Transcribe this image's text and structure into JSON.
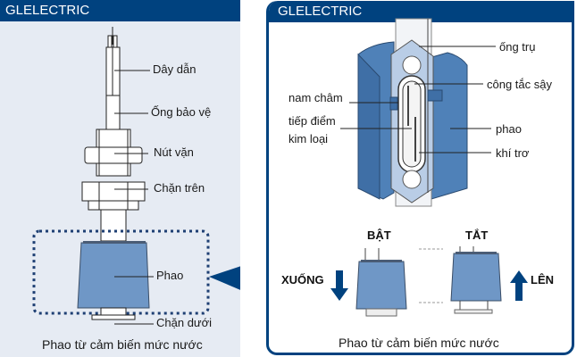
{
  "left_panel": {
    "brand": "GLELECTRIC",
    "labels": {
      "conductor": "Dây dẫn",
      "protective_tube": "Ống bảo vệ",
      "nut": "Nút vặn",
      "upper_stopper": "Chặn trên",
      "float": "Phao",
      "lower_stopper": "Chặn dưới"
    },
    "caption": "Phao từ cảm biến mức nước"
  },
  "right_panel": {
    "brand": "GLELECTRIC",
    "labels": {
      "tube": "ống trụ",
      "reed_switch": "công tắc sậy",
      "magnet": "nam châm",
      "metal_contact_line1": "tiếp điểm",
      "metal_contact_line2": "kim loại",
      "float": "phao",
      "inert_gas": "khí trơ"
    },
    "states": {
      "on": "BẬT",
      "off": "TẮT",
      "down": "XUỐNG",
      "up": "LÊN"
    },
    "caption": "Phao từ cảm biến mức nước"
  },
  "colors": {
    "brand_blue": "#00427f",
    "float_blue": "#6f97c6",
    "cylinder_blue": "#4f81b8",
    "panel_bg": "#e6ebf3"
  }
}
